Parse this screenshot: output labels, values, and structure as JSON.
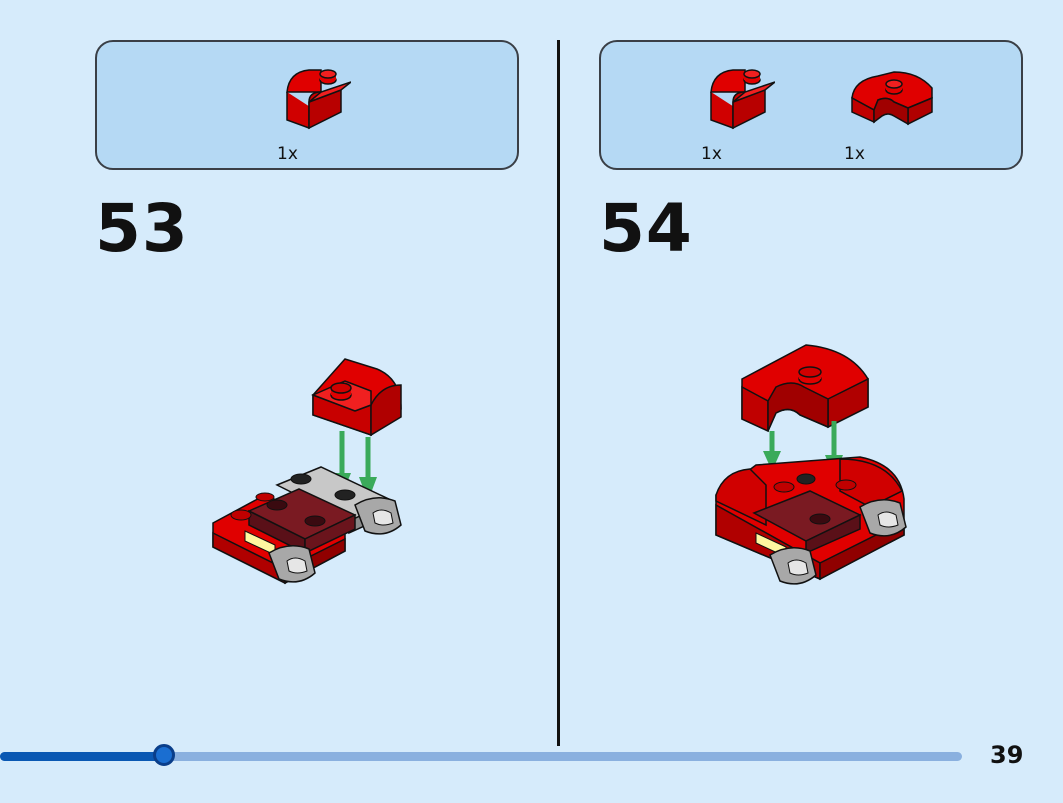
{
  "page_number": "39",
  "progress": {
    "fraction": 0.17
  },
  "steps": [
    {
      "number": "53",
      "parts": [
        {
          "icon": "red-curved-slope-brick-icon",
          "qty": "1x"
        }
      ]
    },
    {
      "number": "54",
      "parts": [
        {
          "icon": "red-curved-slope-brick-icon",
          "qty": "1x"
        },
        {
          "icon": "red-arch-brick-icon",
          "qty": "1x"
        }
      ]
    }
  ],
  "colors": {
    "background": "#d6ebfb",
    "parts_panel": "#b5d9f4",
    "brick_red": "#e00000",
    "brick_dark_red": "#7a1a22",
    "brick_grey": "#a8a8a8",
    "arrow_green": "#3aaa5a",
    "progress_fill": "#0a58b3",
    "progress_track": "#8ab0df"
  }
}
